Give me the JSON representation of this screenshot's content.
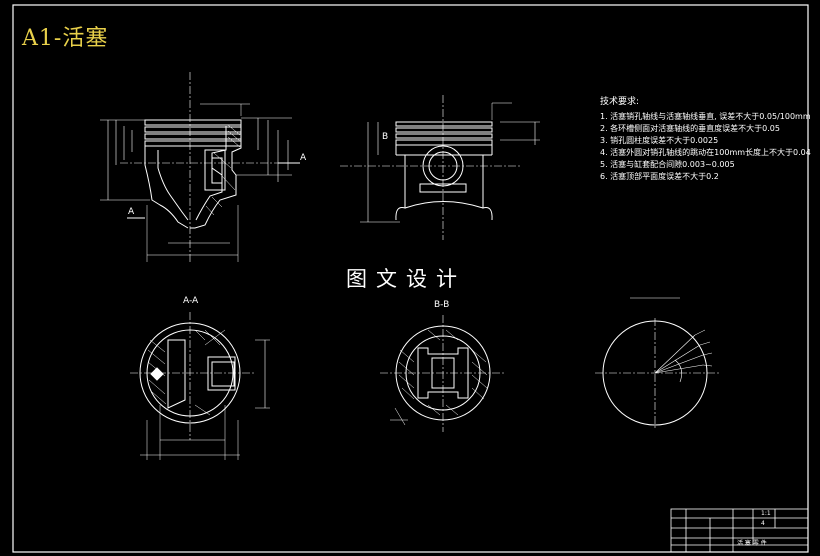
{
  "sheet": {
    "title": "A1-活塞",
    "watermark": "图文设计"
  },
  "views": {
    "aa_label": "A-A",
    "bb_label": "B-B",
    "a_marker": "A",
    "b_marker": "B"
  },
  "tech_requirements": {
    "heading": "技术要求:",
    "items": [
      "1. 活塞销孔轴线与活塞轴线垂直, 误差不大于0.05/100mm",
      "2. 各环槽侧面对活塞轴线的垂直度误差不大于0.05",
      "3. 销孔圆柱度误差不大于0.0025",
      "4. 活塞外圆对销孔轴线的跳动在100mm长度上不大于0.04",
      "5. 活塞与缸套配合间隙0.003~0.005",
      "6. 活塞顶部平面度误差不大于0.2"
    ]
  },
  "title_block": {
    "scale": "1:1",
    "count": "4",
    "name": "活 塞 零 件"
  },
  "colors": {
    "background": "#000000",
    "lines": "#ffffff",
    "title": "#e8d04a",
    "hatch": "#ffffff"
  }
}
